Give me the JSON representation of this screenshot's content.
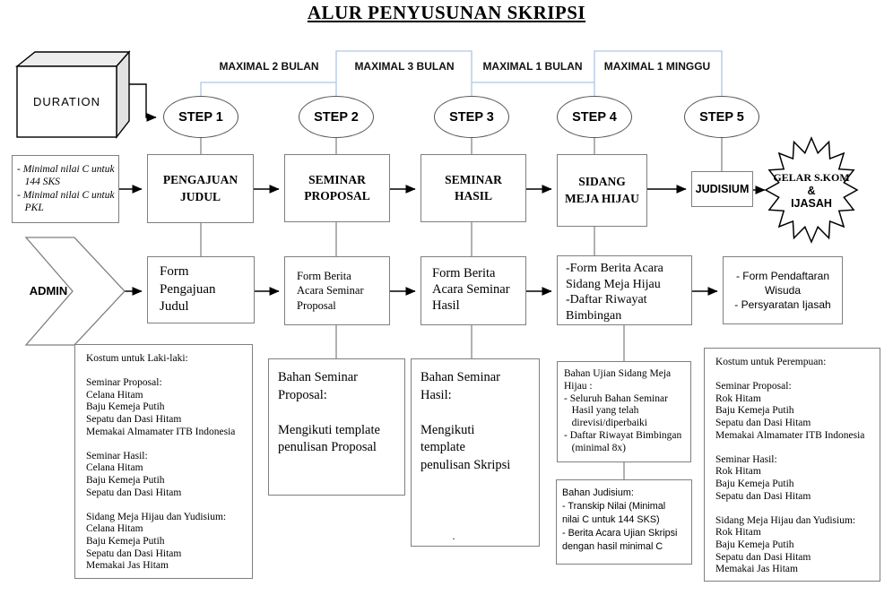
{
  "title": "ALUR PENYUSUNAN SKRIPSI",
  "legend": {
    "duration": "DURATION",
    "admin": "ADMIN"
  },
  "timeline": {
    "labels": [
      "MAXIMAL 2 BULAN",
      "MAXIMAL 3 BULAN",
      "MAXIMAL 1 BULAN",
      "MAXIMAL 1 MINGGU"
    ]
  },
  "steps": {
    "labels": [
      "STEP 1",
      "STEP 2",
      "STEP 3",
      "STEP 4",
      "STEP 5"
    ]
  },
  "prerequisites": {
    "text": "- Minimal nilai C untuk\n   144 SKS\n- Minimal nilai C untuk\n   PKL"
  },
  "stages": {
    "s1": "PENGAJUAN JUDUL",
    "s2": "SEMINAR PROPOSAL",
    "s3": "SEMINAR HASIL",
    "s4": "SIDANG MEJA HIJAU",
    "s5": "JUDISIUM"
  },
  "outcome": {
    "line1": "GELAR S.KOM",
    "line2": "&",
    "line3": "IJASAH"
  },
  "admin_forms": {
    "f1": "Form\nPengajuan\nJudul",
    "f2": "Form Berita\nAcara Seminar\nProposal",
    "f3": "Form Berita\nAcara Seminar\nHasil",
    "f4": "-Form Berita Acara\nSidang Meja Hijau\n-Daftar Riwayat\nBimbingan",
    "f5": "- Form Pendaftaran\nWisuda\n- Persyaratan Ijasah"
  },
  "details": {
    "dress_male": "Kostum untuk Laki-laki:\n\nSeminar Proposal:\nCelana Hitam\nBaju Kemeja Putih\nSepatu dan Dasi Hitam\nMemakai Almamater ITB Indonesia\n\nSeminar Hasil:\nCelana Hitam\nBaju Kemeja Putih\nSepatu dan Dasi Hitam\n\nSidang Meja Hijau dan Yudisium:\nCelana Hitam\nBaju Kemeja Putih\nSepatu dan Dasi Hitam\nMemakai Jas Hitam",
    "bahan_proposal": "Bahan Seminar\nProposal:\n\nMengikuti template\npenulisan Proposal",
    "bahan_hasil": "Bahan Seminar\nHasil:\n\nMengikuti\ntemplate\npenulisan Skripsi",
    "stray_dot": ".",
    "bahan_ujian": "Bahan Ujian Sidang Meja\nHijau :\n- Seluruh Bahan Seminar\n   Hasil yang telah\n   direvisi/diperbaiki\n- Daftar Riwayat Bimbingan\n   (minimal 8x)",
    "bahan_judisium": "Bahan Judisium:\n- Transkip Nilai (Minimal\nnilai C untuk 144 SKS)\n- Berita Acara Ujian Skripsi\ndengan hasil minimal C",
    "dress_female": "Kostum untuk Perempuan:\n\nSeminar Proposal:\nRok Hitam\nBaju Kemeja Putih\nSepatu dan Dasi Hitam\nMemakai Almamater ITB Indonesia\n\nSeminar Hasil:\nRok Hitam\nBaju Kemeja Putih\nSepatu dan Dasi Hitam\n\nSidang Meja Hijau dan Yudisium:\nRok Hitam\nBaju Kemeja Putih\nSepatu dan Dasi Hitam\nMemakai Jas Hitam"
  },
  "colors": {
    "bracket_blue": "#aec6e4",
    "connector_gray": "#7f7f7f",
    "arrow_black": "#000000"
  }
}
